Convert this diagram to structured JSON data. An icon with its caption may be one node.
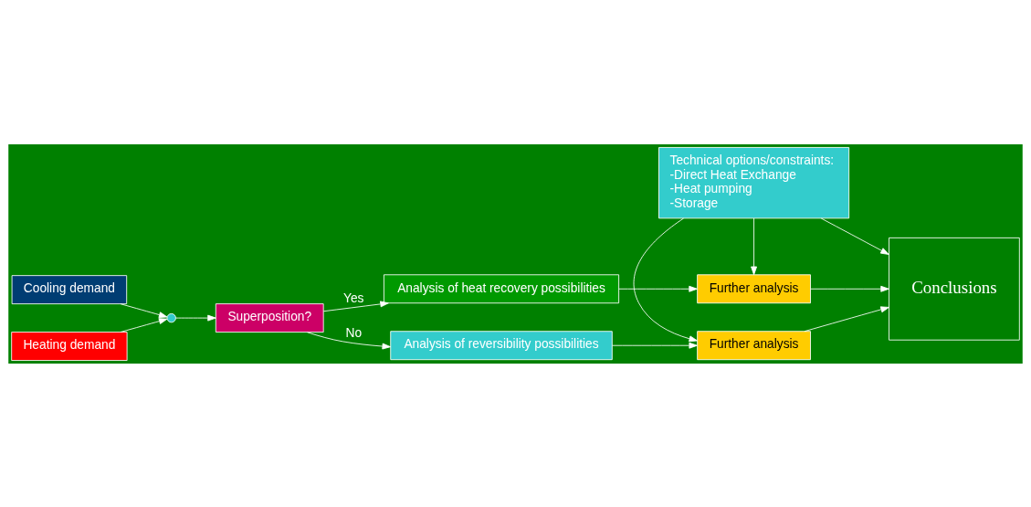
{
  "diagram": {
    "nodes": [
      {
        "text": [
          "Cooling demand"
        ]
      },
      {
        "text": [
          "Heating demand"
        ]
      },
      {
        "text": [],
        "shape": "circle"
      },
      {
        "text": [
          "Superposition?"
        ]
      },
      {
        "text": [
          "Analysis of heat recovery possibilities"
        ]
      },
      {
        "text": [
          "Analysis of reversibility possibilities"
        ]
      },
      {
        "text": [
          "Further analysis"
        ]
      },
      {
        "text": [
          "Technical options/constraints:",
          "-Direct Heat Exchange",
          "-Heat pumping",
          "-Storage"
        ]
      },
      {
        "text": [
          "Further analysis"
        ]
      },
      {
        "text": [
          "Conclusions"
        ]
      }
    ],
    "edges": [
      {
        "from": 0,
        "to": 2,
        "arrow": "to"
      },
      {
        "from": 1,
        "to": 2,
        "arrow": "to"
      },
      {
        "from": 2,
        "to": 3,
        "arrow": "to"
      },
      {
        "from": 3,
        "to": 4,
        "arrow": "to",
        "label": "Yes"
      },
      {
        "from": 3,
        "to": 5,
        "arrow": "to",
        "label": "No"
      },
      {
        "from": 4,
        "to": 6,
        "arrow": "to"
      },
      {
        "from": 5,
        "to": 8,
        "arrow": "to"
      },
      {
        "from": 7,
        "to": 6,
        "arrow": "to"
      },
      {
        "from": 7,
        "to": 8,
        "arrow": "to"
      },
      {
        "from": 7,
        "to": 9,
        "arrow": "to"
      },
      {
        "from": 6,
        "to": 9,
        "arrow": "to"
      },
      {
        "from": 8,
        "to": 9,
        "arrow": "to"
      }
    ]
  }
}
